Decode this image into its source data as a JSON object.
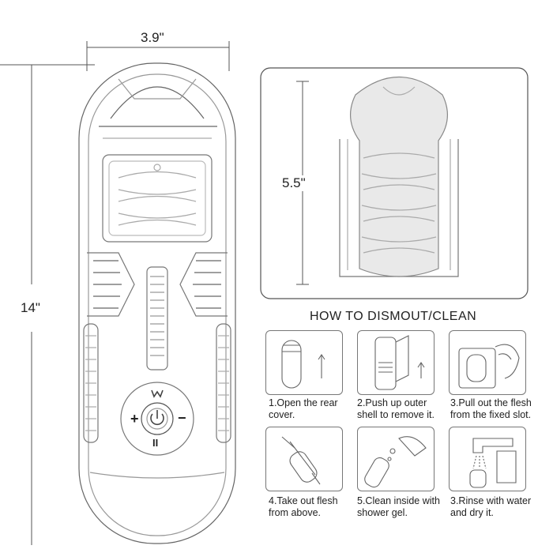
{
  "dimensions": {
    "width_label": "3.9\"",
    "height_label": "14\"",
    "sleeve_label": "5.5\""
  },
  "controls": {
    "plus": "+",
    "minus": "−",
    "pause": "II"
  },
  "instructions": {
    "title": "HOW TO DISMOUT/CLEAN",
    "steps": [
      {
        "caption": "1.Open the rear\ncover.",
        "icon": "open-cover-icon"
      },
      {
        "caption": "2.Push up outer\nshell to remove it.",
        "icon": "push-shell-icon"
      },
      {
        "caption": "3.Pull out the flesh\nfrom the fixed slot.",
        "icon": "pull-flesh-icon"
      },
      {
        "caption": "4.Take out flesh\nfrom above.",
        "icon": "take-out-flesh-icon"
      },
      {
        "caption": "5.Clean inside with\nshower gel.",
        "icon": "clean-gel-icon"
      },
      {
        "caption": "3.Rinse with water\nand dry it.",
        "icon": "rinse-faucet-icon"
      }
    ]
  }
}
